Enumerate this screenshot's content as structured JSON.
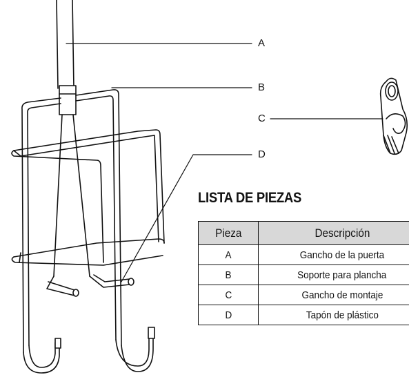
{
  "callouts": [
    "A",
    "B",
    "C",
    "D"
  ],
  "title": "LISTA DE PIEZAS",
  "table": {
    "headers": [
      "Pieza",
      "Descripción"
    ],
    "rows": [
      {
        "piece": "A",
        "description": "Gancho de la puerta"
      },
      {
        "piece": "B",
        "description": "Soporte para plancha"
      },
      {
        "piece": "C",
        "description": "Gancho de montaje"
      },
      {
        "piece": "D",
        "description": "Tapón de plástico"
      }
    ]
  },
  "colors": {
    "line": "#111111",
    "header_bg": "#d8d8d8"
  },
  "icons": [
    "ironing-board-holder-drawing",
    "mounting-hook-drawing"
  ]
}
